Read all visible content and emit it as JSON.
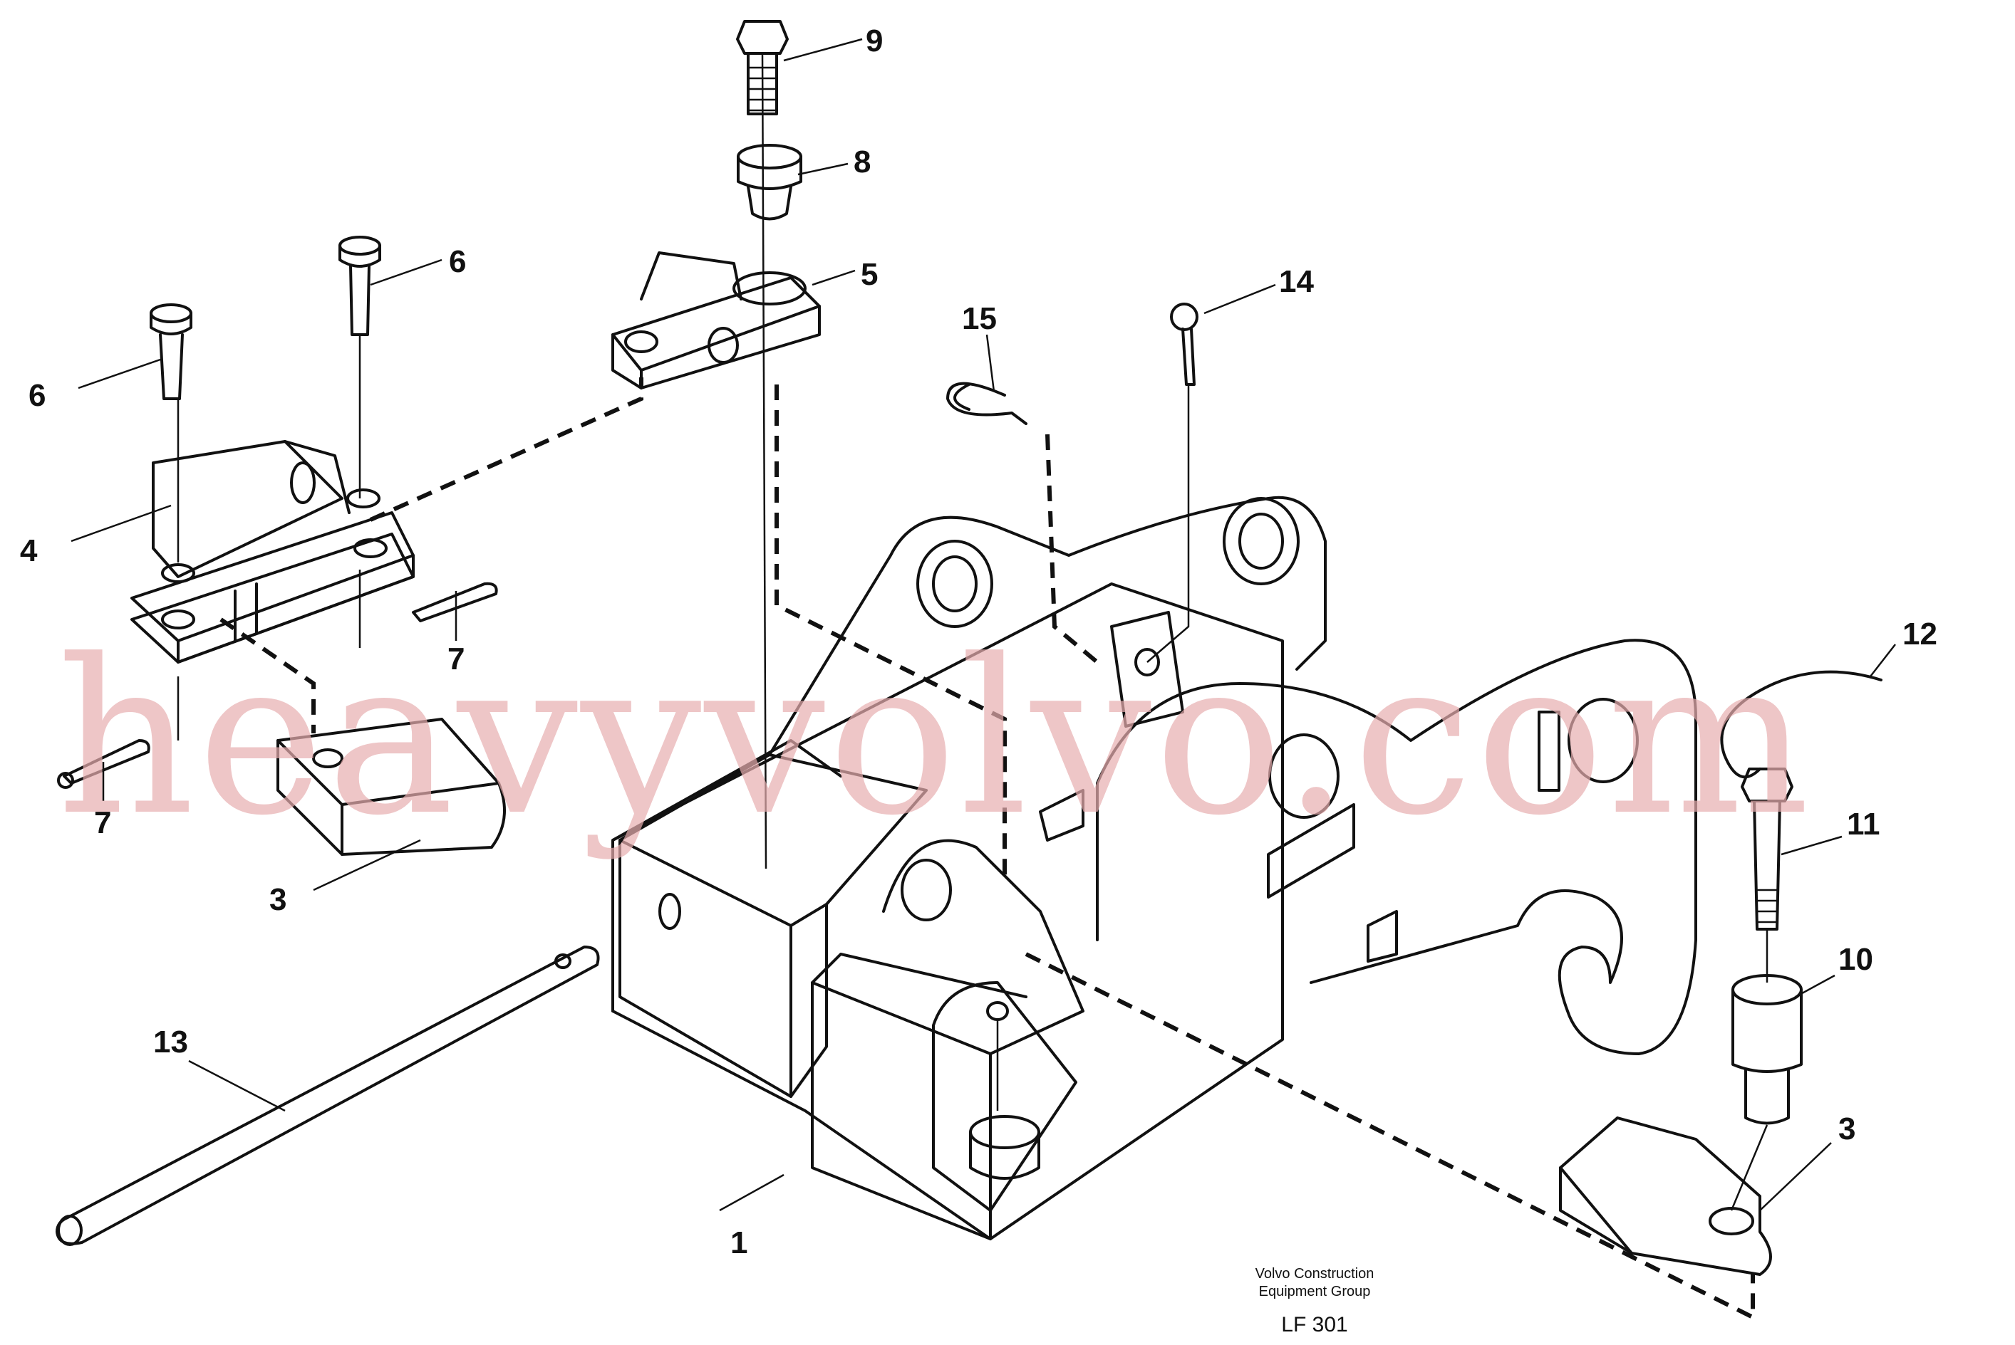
{
  "callouts": {
    "c1": "1",
    "c3a": "3",
    "c3b": "3",
    "c4": "4",
    "c5": "5",
    "c6a": "6",
    "c6b": "6",
    "c7a": "7",
    "c7b": "7",
    "c8": "8",
    "c9": "9",
    "c10": "10",
    "c11": "11",
    "c12": "12",
    "c13": "13",
    "c14": "14",
    "c15": "15"
  },
  "credit": {
    "line1": "Volvo Construction",
    "line2": "Equipment Group",
    "code": "LF 301"
  },
  "watermark": "heavyvolvo.com",
  "colors": {
    "ink": "#111111",
    "watermark": "#e8aeb0",
    "background": "#ffffff"
  }
}
